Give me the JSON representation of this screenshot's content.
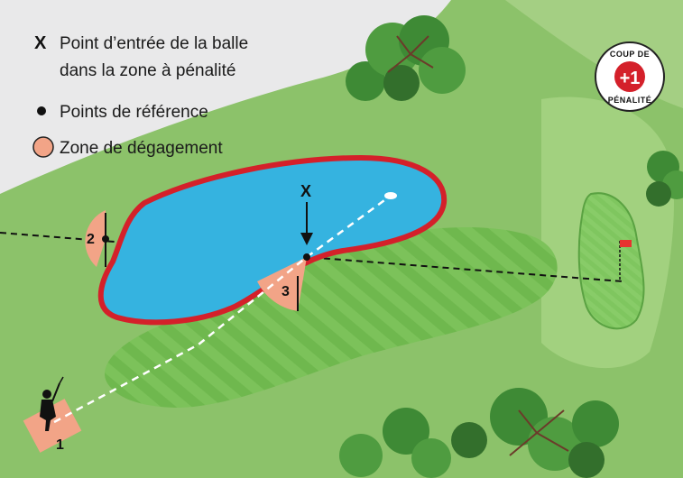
{
  "legend": {
    "entry_marker": "X",
    "entry_line1": "Point d’entrée de la balle",
    "entry_line2": "dans la zone à pénalité",
    "reference_points": "Points de référence",
    "relief_area": "Zone de dégagement"
  },
  "markers": {
    "entry_point": "X",
    "ref1": "1",
    "ref2": "2",
    "ref3": "3"
  },
  "badge": {
    "top": "COUP DE",
    "value": "+1",
    "bottom": "PÉNALITÉ"
  },
  "colors": {
    "rough": "#8cc26a",
    "fairway": "#6fb84e",
    "water": "#35b3e0",
    "penalty_border": "#d4202a",
    "relief_area": "#f2a487",
    "out_of_bounds": "#e9e9ea",
    "flag": "#e8322f",
    "tree_dark": "#3e8a35"
  }
}
